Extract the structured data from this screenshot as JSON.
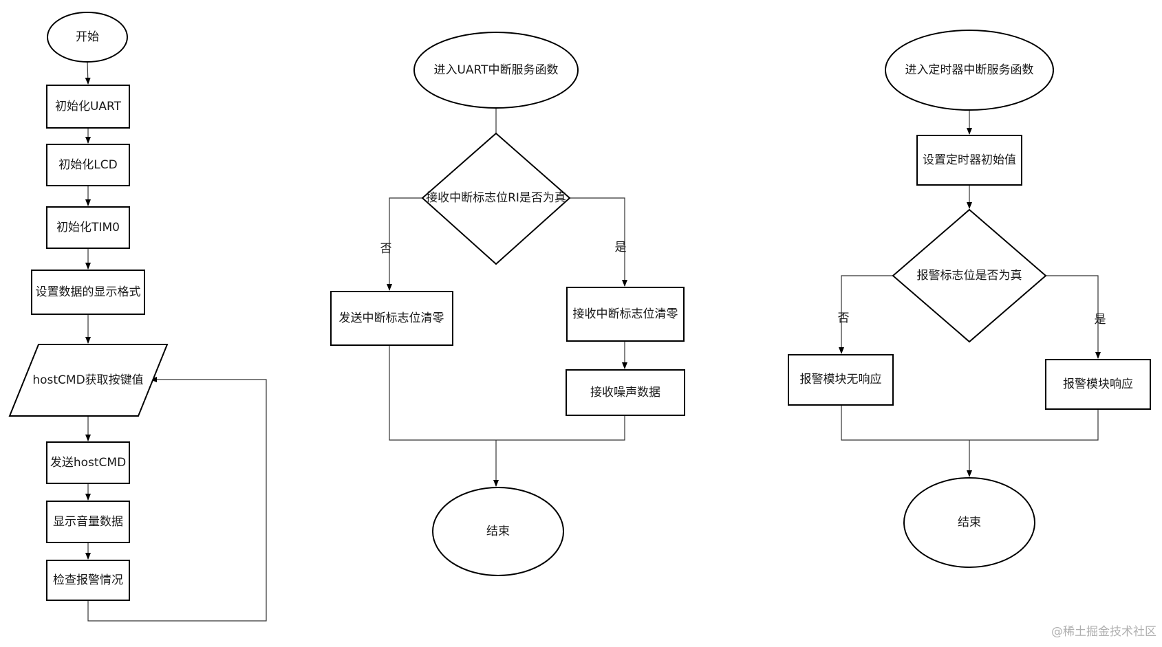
{
  "flow1": {
    "start": "开始",
    "init_uart": "初始化UART",
    "init_lcd": "初始化LCD",
    "init_tim0": "初始化TIM0",
    "set_format": "设置数据的显示格式",
    "get_key": "hostCMD获取按键值",
    "send_cmd": "发送hostCMD",
    "show_volume": "显示音量数据",
    "check_alarm": "检查报警情况"
  },
  "flow2": {
    "enter": "进入UART中断服务函数",
    "decision": "接收中断标志位RI是否为真",
    "no_label": "否",
    "yes_label": "是",
    "send_clear": "发送中断标志位清零",
    "recv_clear": "接收中断标志位清零",
    "recv_noise": "接收噪声数据",
    "end": "结束"
  },
  "flow3": {
    "enter": "进入定时器中断服务函数",
    "set_init": "设置定时器初始值",
    "decision": "报警标志位是否为真",
    "no_label": "否",
    "yes_label": "是",
    "no_response": "报警模块无响应",
    "response": "报警模块响应",
    "end": "结束"
  },
  "watermark": "@稀土掘金技术社区"
}
